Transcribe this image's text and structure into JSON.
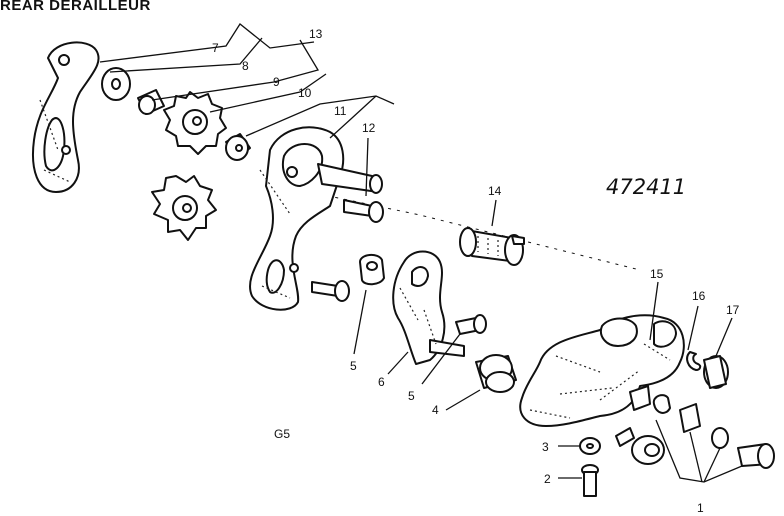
{
  "title": "REAR DERAILLEUR",
  "diagram_code": "G5",
  "catalog_number": "472411",
  "callouts": [
    "1",
    "2",
    "3",
    "4",
    "5",
    "5",
    "6",
    "7",
    "8",
    "9",
    "10",
    "11",
    "12",
    "13",
    "14",
    "15",
    "16",
    "17"
  ]
}
